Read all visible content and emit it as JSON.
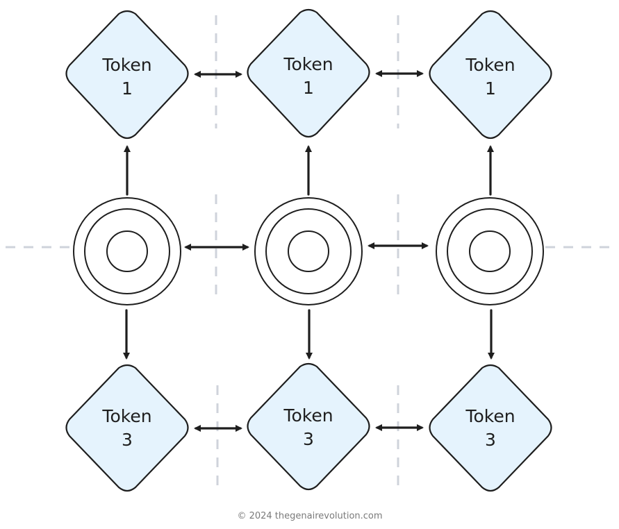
{
  "colors": {
    "token_fill": "#e5f3fd",
    "stroke": "#1e1e1e",
    "guide_line": "#cfd3db",
    "footer": "#7a7a7a"
  },
  "top_row": [
    {
      "label": "Token",
      "index": "1"
    },
    {
      "label": "Token",
      "index": "1"
    },
    {
      "label": "Token",
      "index": "1"
    }
  ],
  "bottom_row": [
    {
      "label": "Token",
      "index": "3"
    },
    {
      "label": "Token",
      "index": "3"
    },
    {
      "label": "Token",
      "index": "3"
    }
  ],
  "footer": {
    "text": "© 2024 thegenairevolution.com"
  }
}
